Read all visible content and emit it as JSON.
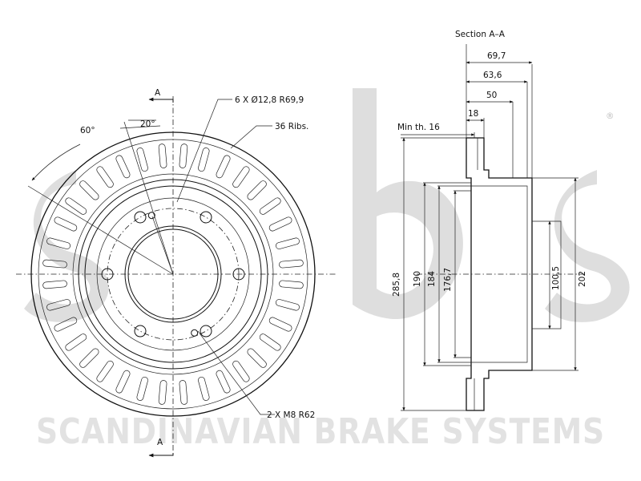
{
  "watermark": {
    "logo_text": "sbs",
    "registered_mark": "®",
    "company": "SCANDINAVIAN BRAKE SYSTEMS"
  },
  "front_view": {
    "section_mark_top": "A",
    "section_mark_bottom": "A",
    "angle_60": "60°",
    "angle_20": "20°",
    "holes_label": "6 X Ø12,8 R69,9",
    "ribs_label": "36 Ribs.",
    "threads_label": "2 X M8 R62",
    "rib_count": 36
  },
  "section_view": {
    "title": "Section A–A",
    "dims": {
      "d_69_7": "69,7",
      "d_63_6": "63,6",
      "d_50": "50",
      "d_18": "18",
      "min_th": "Min th. 16",
      "d_285_8": "285,8",
      "d_190": "190",
      "d_184": "184",
      "d_176_7": "176,7",
      "d_100_5": "100,5",
      "d_202": "202"
    }
  }
}
